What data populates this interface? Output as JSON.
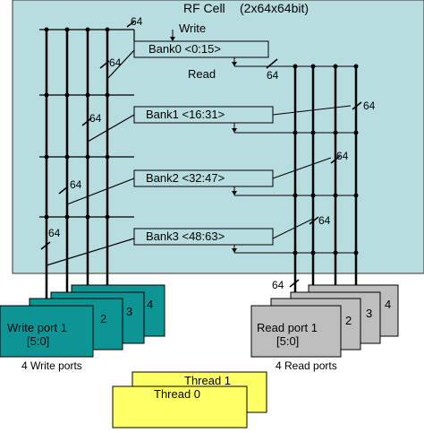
{
  "rf_cell": {
    "title": "RF Cell",
    "subtitle": "(2x64x64bit)",
    "write_label": "Write",
    "read_label": "Read",
    "banks": [
      {
        "label": "Bank0 <0:15>"
      },
      {
        "label": "Bank1 <16:31>"
      },
      {
        "label": "Bank2 <32:47>"
      },
      {
        "label": "Bank3 <48:63>"
      }
    ],
    "bus_width_label": "64"
  },
  "write_ports": {
    "front_label": "Write port 1",
    "front_sublabel": "[5:0]",
    "back_numbers": [
      "2",
      "3",
      "4"
    ],
    "caption": "4 Write ports"
  },
  "read_ports": {
    "front_label": "Read port 1",
    "front_sublabel": "[5:0]",
    "back_numbers": [
      "2",
      "3",
      "4"
    ],
    "caption": "4 Read ports"
  },
  "threads": [
    {
      "label": "Thread 1"
    },
    {
      "label": "Thread 0"
    }
  ],
  "colors": {
    "cell_fill": "#b8dde0",
    "write_port_fill": "#0d9596",
    "read_port_fill": "#bebebe",
    "thread_fill": "#ffff66"
  }
}
